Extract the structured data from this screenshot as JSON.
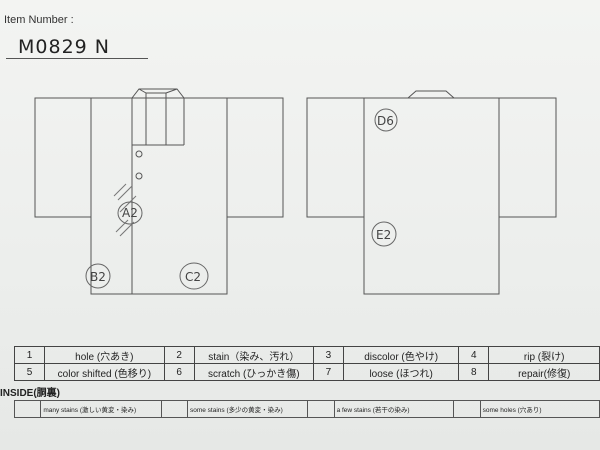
{
  "header": {
    "item_number_label": "Item Number :",
    "item_number_value": "M0829  N"
  },
  "diagram": {
    "front_marks": [
      {
        "code": "A2",
        "note": "hatched stain"
      },
      {
        "code": "B2"
      },
      {
        "code": "C2"
      }
    ],
    "back_marks": [
      {
        "code": "D6"
      },
      {
        "code": "E2"
      }
    ]
  },
  "legend": [
    {
      "num": "1",
      "label": "hole (穴あき)"
    },
    {
      "num": "2",
      "label": "stain（染み、汚れ）"
    },
    {
      "num": "3",
      "label": "discolor (色やけ)"
    },
    {
      "num": "4",
      "label": "rip (裂け)"
    },
    {
      "num": "5",
      "label": "color shifted (色移り)"
    },
    {
      "num": "6",
      "label": "scratch (ひっかき傷)"
    },
    {
      "num": "7",
      "label": "loose (ほつれ)"
    },
    {
      "num": "8",
      "label": "repair(修復)"
    }
  ],
  "inside": {
    "title": "INSIDE(胴裏)",
    "options": [
      "many stains (激しい黄変・染み)",
      "some stains (多少の黄変・染み)",
      "a few stains (若干の染み)",
      "some holes (穴あり)"
    ]
  }
}
